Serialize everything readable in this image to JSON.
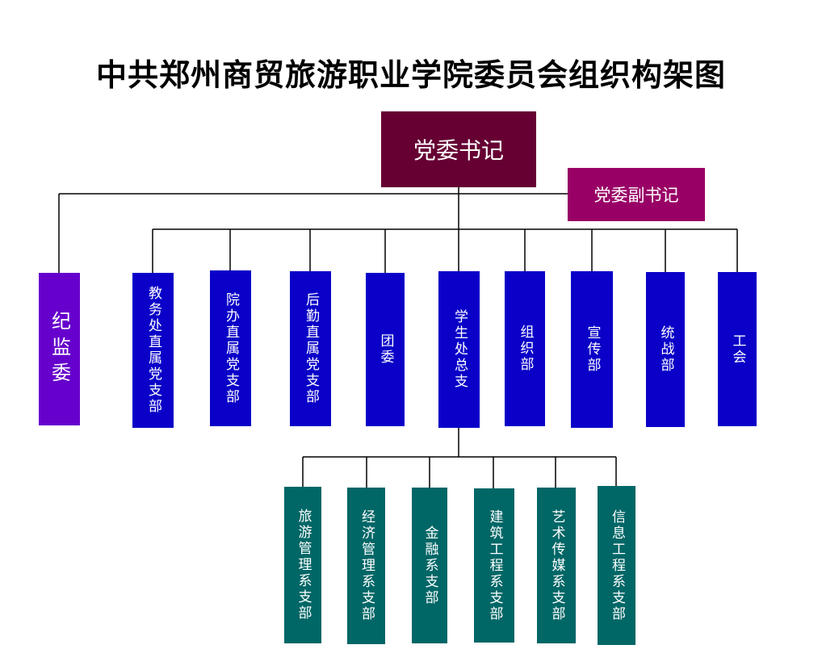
{
  "title": "中共郑州商贸旅游职业学院委员会组织构架图",
  "colors": {
    "secretary": "#660033",
    "deputy": "#990066",
    "discipline": "#6600cc",
    "department": "#0a00c8",
    "branch": "#006666",
    "lines": "#000000"
  },
  "secretary": "党委书记",
  "deputy_secretary": "党委副书记",
  "discipline_committee": "纪监委",
  "departments": [
    "教务处直属党支部",
    "院办直属党支部",
    "后勤直属党支部",
    "团委",
    "学生处总支",
    "组织部",
    "宣传部",
    "统战部",
    "工会"
  ],
  "branches": [
    "旅游管理系支部",
    "经济管理系支部",
    "金融系支部",
    "建筑工程系支部",
    "艺术传媒系支部",
    "信息工程系支部"
  ]
}
